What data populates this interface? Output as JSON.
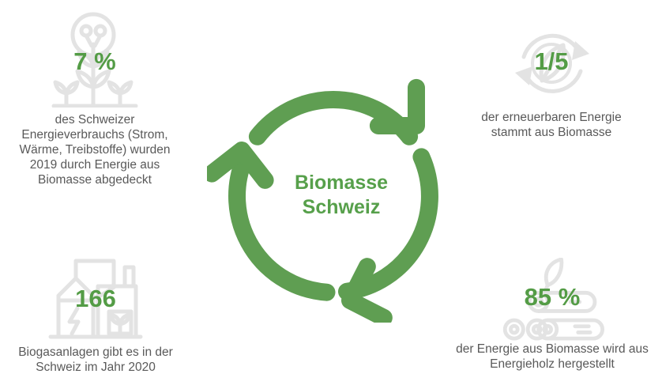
{
  "page": {
    "title": "Biomasse Schweiz Infografik"
  },
  "colors": {
    "green_text": "#549c46",
    "green_arrows": "#5f9e52",
    "icon_gray": "#e3e3e3",
    "caption_gray": "#595959",
    "background": "#ffffff"
  },
  "center": {
    "icon": "cycle-arrows-icon",
    "line1": "Biomasse",
    "line2": "Schweiz"
  },
  "stats": {
    "top_left": {
      "icon": "plant-lightbulb-icon",
      "value": "7 %",
      "text": "des Schweizer\nEnergieverbrauchs (Strom,\nWärme, Treibstoffe) wurden\n2019 durch Energie aus\nBiomasse abgedeckt"
    },
    "top_right": {
      "icon": "recycle-leaf-icon",
      "value": "1/5",
      "text": "der erneuerbaren Energie\nstammt aus Biomasse"
    },
    "bottom_left": {
      "icon": "biogas-plant-icon",
      "value": "166",
      "text": "Biogasanlagen gibt es in der\nSchweiz im Jahr 2020"
    },
    "bottom_right": {
      "icon": "log-pile-icon",
      "value": "85 %",
      "text": "der Energie aus Biomasse wird aus\nEnergieholz hergestellt"
    }
  }
}
